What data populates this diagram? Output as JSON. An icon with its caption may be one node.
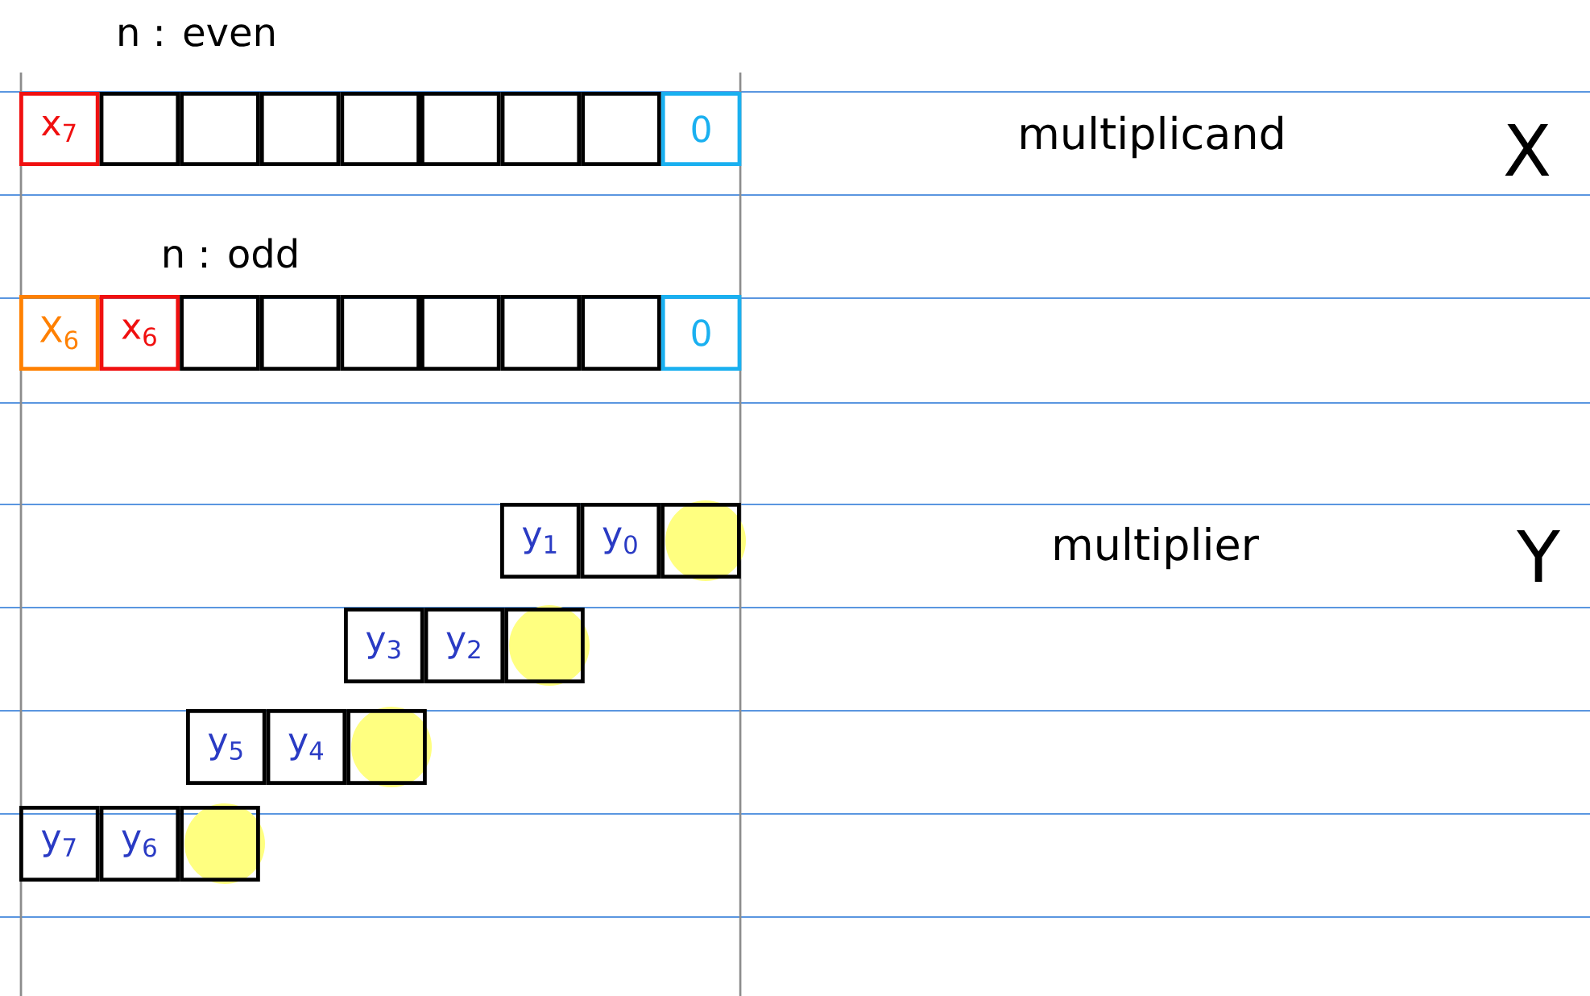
{
  "diagram": {
    "nodes": [
      {
        "text": [
          "x$_{7}$"
        ]
      },
      {
        "text": [],
        "shape": "box"
      },
      {
        "text": [],
        "shape": "box"
      },
      {
        "text": [],
        "shape": "box"
      },
      {
        "text": [],
        "shape": "box"
      },
      {
        "text": [],
        "shape": "box"
      },
      {
        "text": [],
        "shape": "box"
      },
      {
        "text": [],
        "shape": "box"
      },
      {
        "text": [
          "0"
        ]
      },
      {
        "text": [
          "X$_{6}$"
        ]
      },
      {
        "text": [
          "x$_{6}$"
        ]
      },
      {
        "text": [],
        "shape": "box"
      },
      {
        "text": [],
        "shape": "box"
      },
      {
        "text": [],
        "shape": "box"
      },
      {
        "text": [],
        "shape": "box"
      },
      {
        "text": [],
        "shape": "box"
      },
      {
        "text": [],
        "shape": "box"
      },
      {
        "text": [
          "0"
        ]
      },
      {
        "text": [
          "y$_{1}$"
        ]
      },
      {
        "text": [
          "y$_{0}$"
        ]
      },
      {
        "text": [],
        "shape": "box"
      },
      {
        "text": [
          "y$_{3}$"
        ]
      },
      {
        "text": [
          "y$_{2}$"
        ]
      },
      {
        "text": [],
        "shape": "box"
      },
      {
        "text": [
          "y$_{5}$"
        ]
      },
      {
        "text": [
          "y$_{4}$"
        ]
      },
      {
        "text": [],
        "shape": "box"
      },
      {
        "text": [
          "y$_{7}$"
        ]
      },
      {
        "text": [
          "y$_{6}$"
        ]
      },
      {
        "text": [],
        "shape": "box"
      }
    ],
    "labels": [
      "n : even",
      "multiplicand",
      "X",
      "n : odd",
      "multiplier",
      "Y"
    ]
  }
}
